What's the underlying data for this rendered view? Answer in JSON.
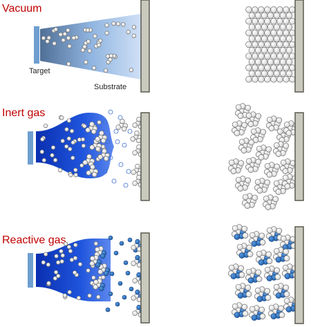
{
  "panels": [
    {
      "title": "Vacuum",
      "target_label": "Target",
      "substrate_label": "Substrate"
    },
    {
      "title": "Inert gas"
    },
    {
      "title": "Reactive gas"
    }
  ],
  "colors": {
    "title": "#c00000",
    "plume": "#1f4fd6",
    "target": "#6f9fd0",
    "substrate": "#c9c9bd",
    "substrate_edge": "#5a5a52",
    "atom_fill": "#ffffff",
    "atom_edge": "#777777",
    "gas_open": "#3a6fd0",
    "reactive_atom": "#2a6ab2"
  }
}
